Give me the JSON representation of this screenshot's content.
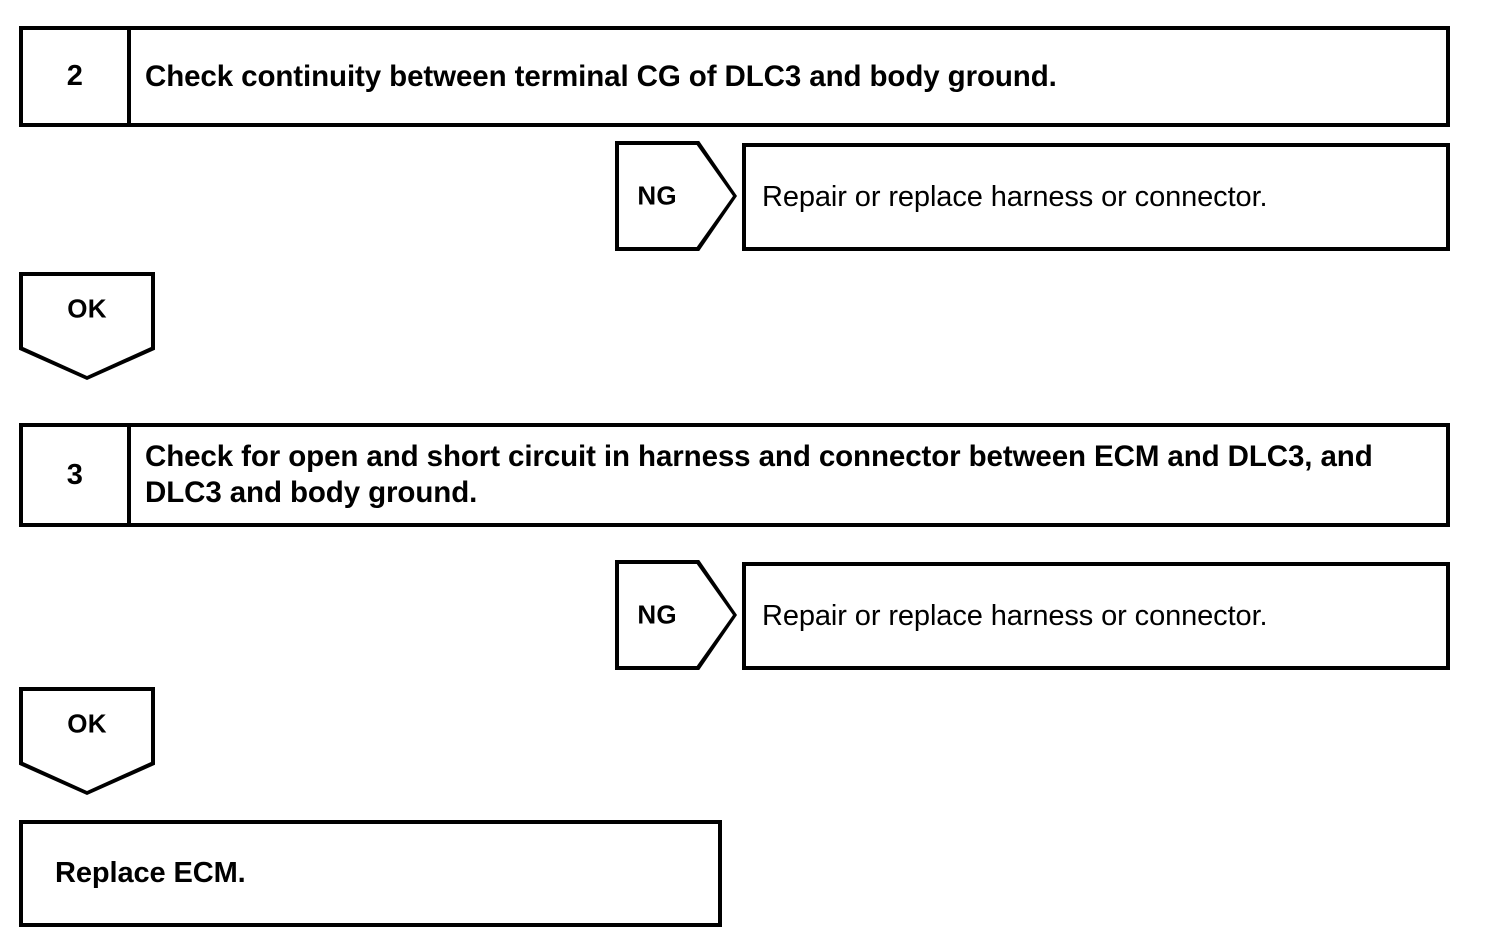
{
  "diagram": {
    "type": "troubleshooting-flowchart",
    "steps": [
      {
        "number": "2",
        "instruction": "Check continuity between terminal CG of DLC3 and body ground."
      },
      {
        "number": "3",
        "instruction": "Check for open and short circuit in harness and connector between ECM and DLC3, and DLC3 and body ground."
      }
    ],
    "judgements": {
      "ng_label": "NG",
      "ok_label": "OK"
    },
    "outcomes": [
      {
        "text": "Repair or replace harness or connector."
      },
      {
        "text": "Repair or replace harness or connector."
      }
    ],
    "final_action": {
      "text": "Replace ECM."
    },
    "colors": {
      "line": "#000000",
      "background": "#ffffff",
      "text": "#000000"
    }
  }
}
